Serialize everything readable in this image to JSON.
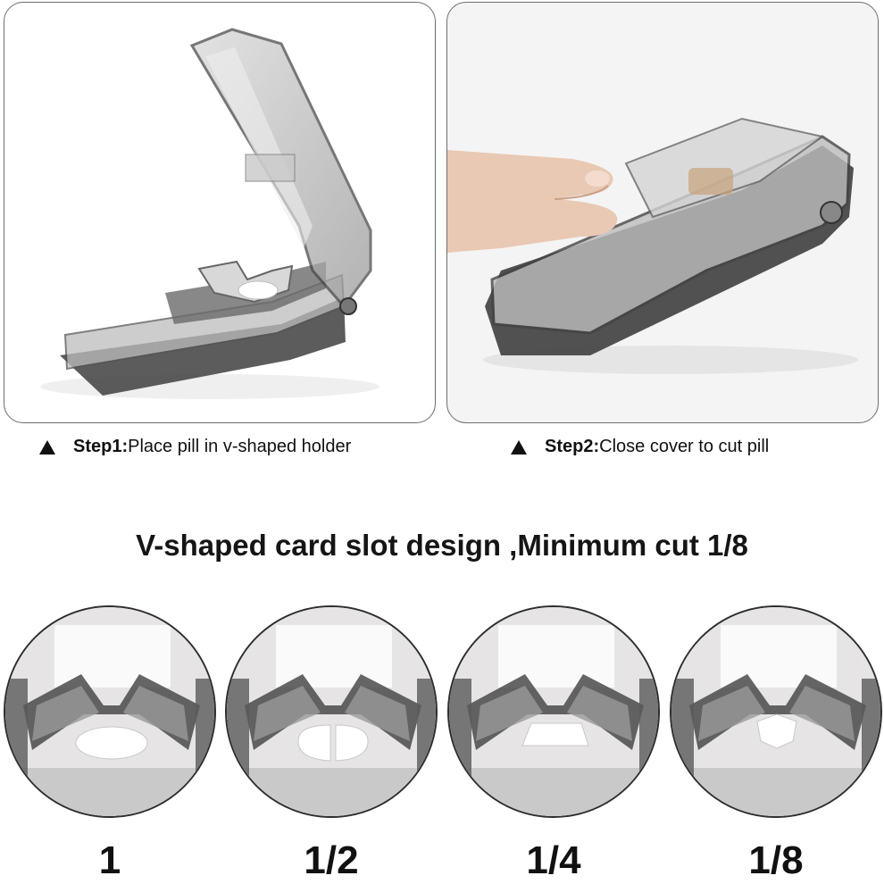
{
  "steps": [
    {
      "prefix": "Step1:",
      "text": "Place pill in v-shaped holder",
      "icon": "triangle-up-icon"
    },
    {
      "prefix": "Step2:",
      "text": "Close cover to cut pill",
      "icon": "triangle-up-icon"
    }
  ],
  "headline": "V-shaped card slot design ,Minimum cut 1/8",
  "cuts": [
    {
      "label": "1",
      "pill": "whole"
    },
    {
      "label": "1/2",
      "pill": "half"
    },
    {
      "label": "1/4",
      "pill": "quarter"
    },
    {
      "label": "1/8",
      "pill": "eighth"
    }
  ],
  "colors": {
    "plastic_dark": "#4a4a4a",
    "plastic_mid": "#8a8a8a",
    "plastic_light": "#d6d6d6",
    "pill": "#ffffff",
    "skin": "#e9c9b4"
  }
}
